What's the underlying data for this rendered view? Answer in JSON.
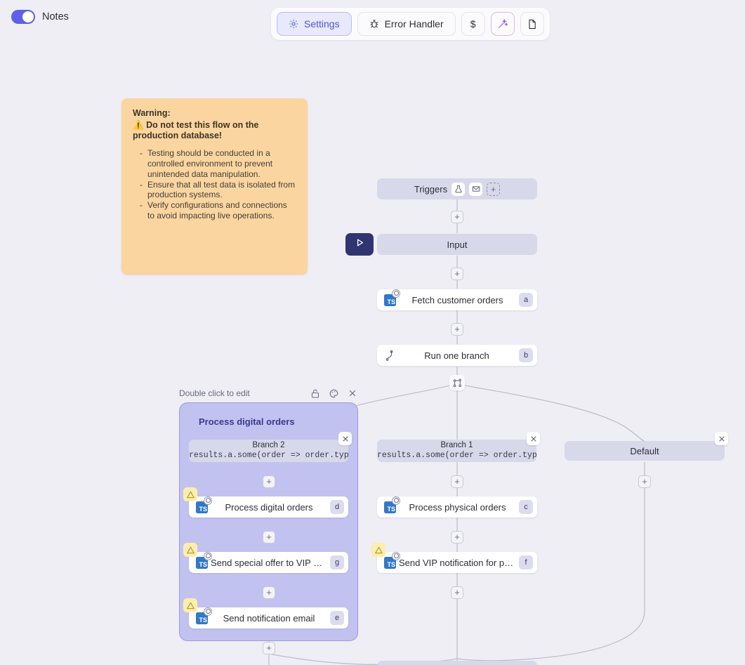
{
  "topbar": {
    "notes_label": "Notes",
    "notes_toggle_on": true,
    "buttons": [
      {
        "label": "Settings",
        "icon": "gear-icon",
        "active": true
      },
      {
        "label": "Error Handler",
        "icon": "bug-icon",
        "active": false
      },
      {
        "label": "$",
        "icon": "dollar-icon",
        "active": false
      },
      {
        "label": "",
        "icon": "magic-wand-icon",
        "active": false
      },
      {
        "label": "",
        "icon": "file-icon",
        "active": false
      }
    ]
  },
  "note": {
    "title": "Warning:",
    "headline": "Do not test this flow on the production database!",
    "headline_icon": "warning-triangle-icon",
    "bullets": [
      "Testing should be conducted in a controlled environment to prevent unintended data manipulation.",
      "Ensure that all test data is isolated from production systems.",
      "Verify configurations and connections to avoid impacting live operations."
    ],
    "background": "#fbd5a0"
  },
  "flow": {
    "triggers": {
      "label": "Triggers",
      "chips": [
        "flask-icon",
        "envelope-icon",
        "add-trigger-icon"
      ]
    },
    "input": {
      "label": "Input"
    },
    "play_button": {
      "icon": "play-icon"
    },
    "nodes": [
      {
        "label": "Fetch customer orders",
        "badge": "a",
        "icon": "typescript-icon",
        "warning": false
      },
      {
        "label": "Run one branch",
        "badge": "b",
        "icon": "branch-icon",
        "warning": false
      },
      {
        "label": "Process physical orders",
        "badge": "c",
        "icon": "typescript-icon",
        "warning": false
      },
      {
        "label": "Send VIP notification for physical...",
        "badge": "f",
        "icon": "typescript-icon",
        "warning": true
      },
      {
        "label": "Process digital orders",
        "badge": "d",
        "icon": "typescript-icon",
        "warning": true
      },
      {
        "label": "Send special offer to VIP digital c...",
        "badge": "g",
        "icon": "typescript-icon",
        "warning": true
      },
      {
        "label": "Send notification email",
        "badge": "e",
        "icon": "typescript-icon",
        "warning": true
      }
    ],
    "branches": [
      {
        "title": "Branch 2",
        "code": "results.a.some(order => order.type"
      },
      {
        "title": "Branch 1",
        "code": "results.a.some(order => order.type"
      },
      {
        "title": "Default",
        "code": ""
      }
    ],
    "group": {
      "hint": "Double click to edit",
      "title": "Process digital orders",
      "icons": [
        "lock-icon",
        "palette-icon",
        "close-icon"
      ],
      "background": "#c2c2f0",
      "border": "#9a9ae4"
    },
    "plus_label": "+"
  }
}
